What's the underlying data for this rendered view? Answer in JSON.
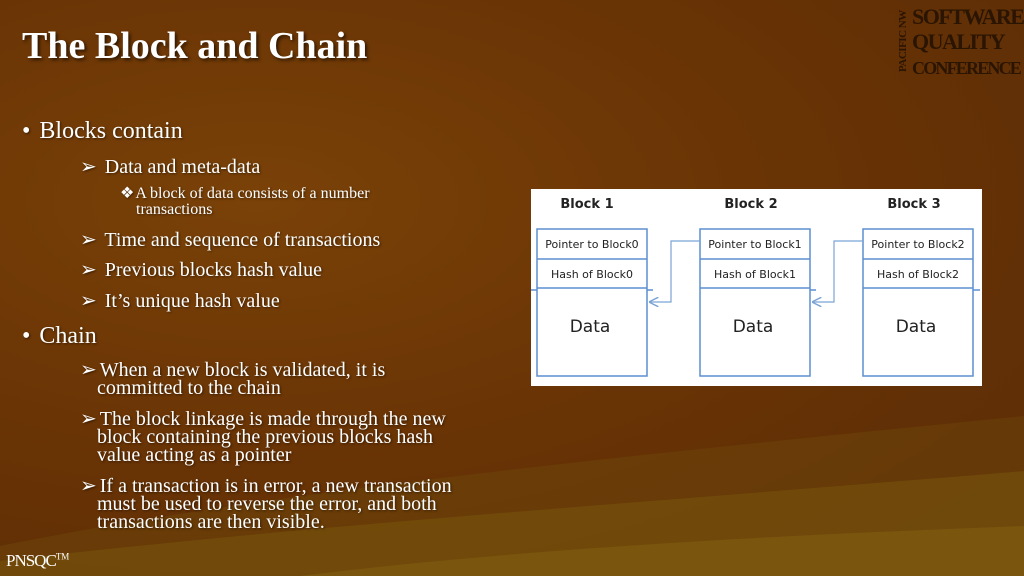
{
  "slide": {
    "title": "The Block and Chain",
    "logo": {
      "side_text": "PACIFIC NW",
      "line1": "SOFTWARE",
      "line2": "QUALITY",
      "line3": "CONFERENCE"
    },
    "bullets": {
      "blocks_contain": "Blocks contain",
      "data_meta": "Data and meta-data",
      "block_data_line1": "A block of data consists of a number",
      "block_data_line2": "transactions",
      "time_sequence": "Time and sequence of transactions",
      "previous_hash": "Previous blocks hash value",
      "unique_hash": "It’s unique hash value",
      "chain": "Chain",
      "validated_line1": "When a new block is validated, it is",
      "validated_line2": "committed to the chain",
      "linkage_line1": "The block linkage is made through the new",
      "linkage_line2": "block containing the previous blocks hash",
      "linkage_line3": "value acting as a pointer",
      "error_line1": "If a transaction is in error, a new transaction",
      "error_line2": "must be used to reverse the error, and both",
      "error_line3": "transactions are then visible."
    },
    "markers": {
      "level1": "•",
      "level2": "➢",
      "level3": "❖"
    },
    "diagram": {
      "blocks": [
        {
          "label": "Block 1",
          "pointer": "Pointer to Block0",
          "hash": "Hash of Block0",
          "data": "Data"
        },
        {
          "label": "Block 2",
          "pointer": "Pointer to Block1",
          "hash": "Hash of Block1",
          "data": "Data"
        },
        {
          "label": "Block 3",
          "pointer": "Pointer to Block2",
          "hash": "Hash of Block2",
          "data": "Data"
        }
      ],
      "colors": {
        "border": "#5b8fd0",
        "arrow": "#7ba3d6",
        "text": "#222222"
      }
    },
    "footer": {
      "text": "PNSQC",
      "tm": "TM"
    },
    "colors": {
      "background": "#6a3405",
      "text": "#ffffff",
      "logo": "#2a1402"
    }
  }
}
